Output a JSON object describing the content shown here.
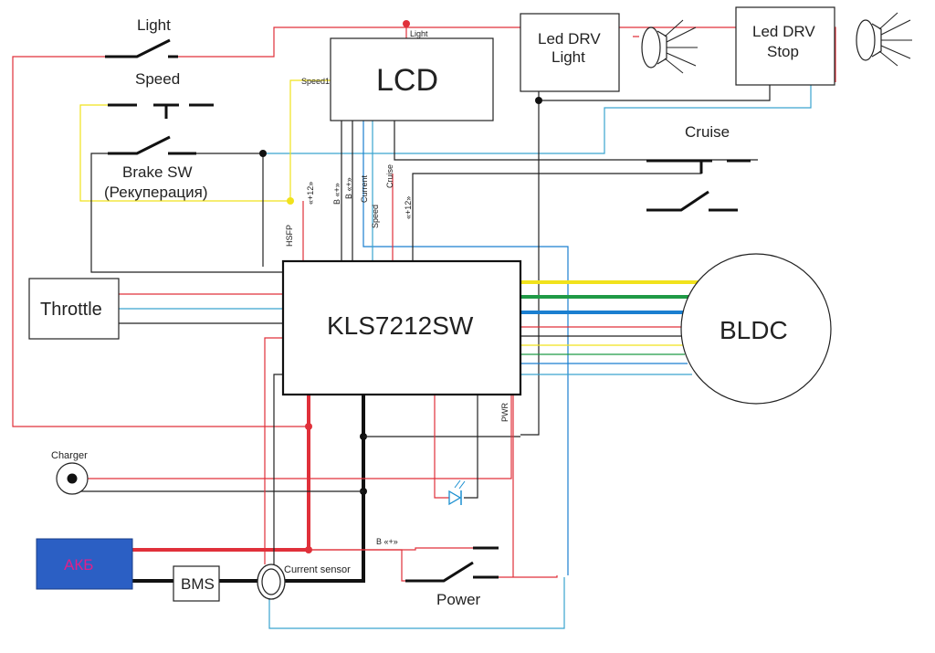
{
  "diagram": {
    "blocks": {
      "lcd": "LCD",
      "controller": "KLS7212SW",
      "motor": "BLDC",
      "throttle": "Throttle",
      "led_light": [
        "Led DRV",
        "Light"
      ],
      "led_stop": [
        "Led DRV",
        "Stop"
      ],
      "battery": "АКБ",
      "bms": "BMS"
    },
    "switches": {
      "light": "Light",
      "speed": "Speed",
      "brake": [
        "Brake SW",
        "(Рекуперация)"
      ],
      "cruise": "Cruise",
      "power": "Power"
    },
    "components": {
      "charger": "Charger",
      "current_sensor": "Current sensor"
    },
    "wire_labels": {
      "light": "Light",
      "speed1": "Speed1",
      "hsfp": "HSFP",
      "plus12_left": "«+12»",
      "b_plus_a": "B «+»",
      "b_plus_b": "B «+»",
      "current": "Current",
      "speed": "Speed",
      "cruise": "Cruise",
      "plus12_right": "«+12»",
      "pwr": "PWR",
      "b_plus_power": "B «+»"
    },
    "colors": {
      "red": "#e0303a",
      "yellow": "#f1e21c",
      "green": "#1f9a46",
      "blue": "#1b7fd0",
      "cyan": "#3aa3cf",
      "black": "#111111",
      "battery_fill": "#2b5fc4",
      "battery_text": "#e0208a",
      "led_icon": "#1b8fd0"
    }
  }
}
